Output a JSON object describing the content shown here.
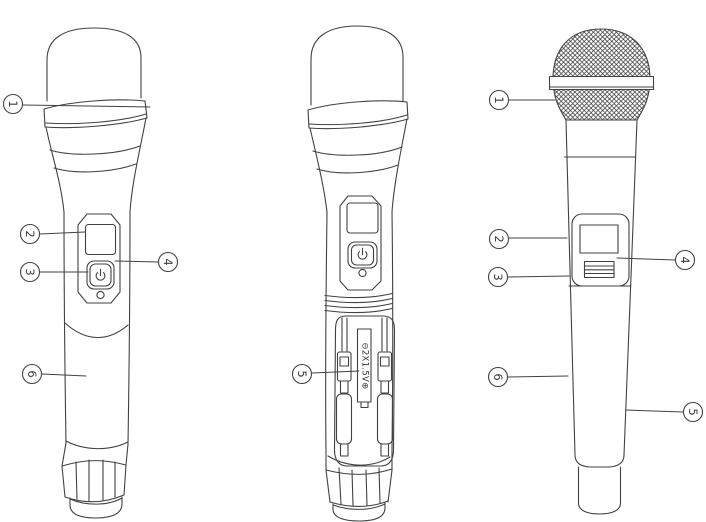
{
  "figure": {
    "subject": "wireless handheld microphone diagram, three views",
    "background_color": "#ffffff",
    "line_color": "#424242"
  },
  "views": [
    {
      "name": "front view with display and power button"
    },
    {
      "name": "battery compartment open view"
    },
    {
      "name": "mesh grille head view"
    }
  ],
  "icons": {
    "power_button_icon": "power",
    "minus_terminal_icon": "⊖",
    "plus_terminal_icon": "⊕"
  },
  "battery_label": {
    "text": "⊖2X1.5V⊕"
  },
  "callouts": [
    {
      "label": "1"
    },
    {
      "label": "2"
    },
    {
      "label": "3"
    },
    {
      "label": "4"
    },
    {
      "label": "6"
    },
    {
      "label": "5"
    },
    {
      "label": "1"
    },
    {
      "label": "2"
    },
    {
      "label": "3"
    },
    {
      "label": "4"
    },
    {
      "label": "6"
    },
    {
      "label": "5"
    }
  ]
}
